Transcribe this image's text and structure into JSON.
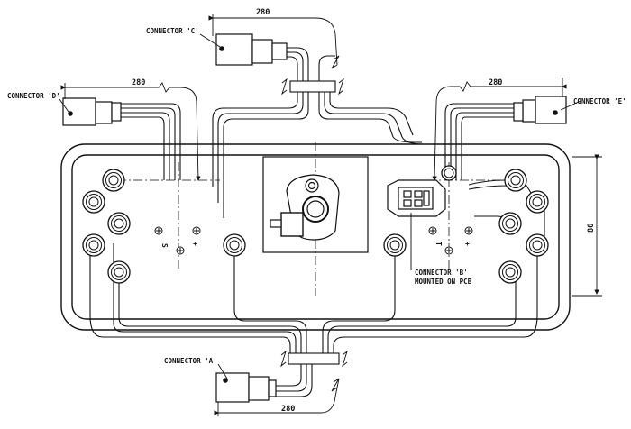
{
  "connectors": {
    "c": "CONNECTOR 'C'",
    "d": "CONNECTOR 'D'",
    "e": "CONNECTOR 'E'",
    "a": "CONNECTOR 'A'",
    "b_line1": "CONNECTOR 'B'",
    "b_line2": "MOUNTED ON PCB"
  },
  "dimensions": {
    "top": "280",
    "left": "280",
    "right": "280",
    "bottom": "280",
    "height": "86"
  },
  "pin_symbols": {
    "left_s": "S",
    "left_plus": "+",
    "right_t": "T",
    "right_plus": "+"
  }
}
